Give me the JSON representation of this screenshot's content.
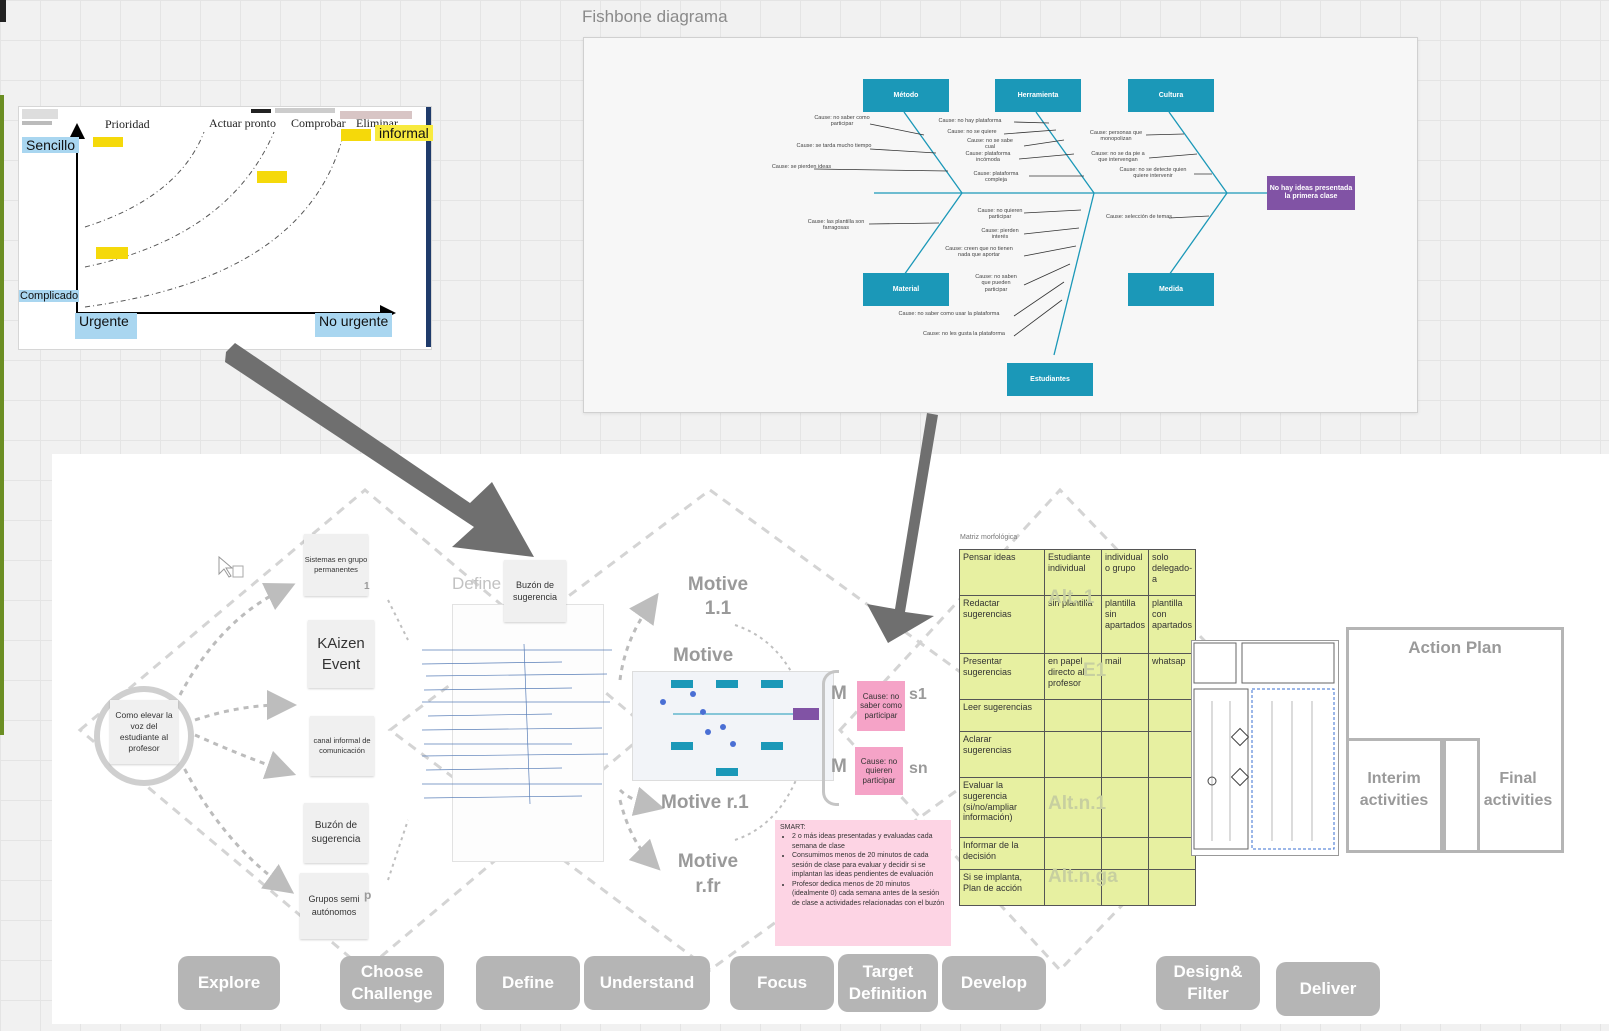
{
  "fishbone": {
    "frame_title": "Fishbone diagrama",
    "problem": "No hay ideas presentada la primera clase",
    "categories": {
      "metodo": "Método",
      "herramienta": "Herramienta",
      "cultura": "Cultura",
      "material": "Material",
      "medida": "Medida",
      "estudiantes": "Estudiantes"
    },
    "causes": [
      "Cause: no saber como participar",
      "Cause: se tarda mucho tiempo",
      "Cause: se pierden ideas",
      "Cause: no hay plataforma",
      "Cause: no se quiere",
      "Cause: no se sabe cual",
      "Cause: plataforma incómoda",
      "Cause: plataforma compleja",
      "Cause: personas que monopolizan",
      "Cause: no se da pie a que intervengan",
      "Cause: no se detecte quien quiere intervenir",
      "Cause: las plantilla son farragosas",
      "Cause: no quieren participar",
      "Cause: pierden interés",
      "Cause: creen que no tienen nada que aportar",
      "Cause: no saben que pueden participar",
      "Cause: no saber como usar la plataforma",
      "Cause: no les gusta la plataforma",
      "Cause: selección de temas"
    ]
  },
  "matrix": {
    "headers": [
      "Prioridad",
      "Actuar pronto",
      "Comprobar",
      "Eliminar"
    ],
    "labels": {
      "sencillo": "Sencillo",
      "complicado": "Complicado",
      "urgente": "Urgente",
      "no_urgente": "No urgente",
      "informal": "informal"
    }
  },
  "board": {
    "center": "Como elevar la voz del estudiante al profesor",
    "explore_stickies": [
      "Sistemas en grupo permanentes",
      "KAizen Event",
      "canal informal de comunicación",
      "Buzón de sugerencia",
      "Grupos semi autónomos"
    ],
    "define_label": "Define",
    "define_sticky": "Buzón de sugerencia",
    "motives": [
      "Motive 1.1",
      "Motive",
      "Motive r.1",
      "Motive r.fr"
    ],
    "target_cards": [
      "Cause: no saber como participar",
      "Cause: no quieren participar"
    ],
    "smart_title": "SMART:",
    "smart_items": [
      "2 o más ideas presentadas y evaluadas cada semana de clase",
      "Consumimos menos de 20 minutos de cada sesión de clase para evaluar y decidir si se implantan las ideas pendientes de evaluación",
      "Profesor dedica menos de 20 minutos (idealmente 0) cada semana antes de la sesión de clase a actividades relacionadas con el buzón"
    ],
    "morph_title": "Matriz morfológica",
    "morph_rows": [
      [
        "Pensar ideas",
        "Estudiante individual",
        "individual o grupo",
        "solo delegado-a"
      ],
      [
        "Redactar sugerencias",
        "sin plantilla",
        "plantilla sin apartados",
        "plantilla con apartados"
      ],
      [
        "Presentar sugerencias",
        "en papel directo al profesor",
        "mail",
        "whatsap"
      ],
      [
        "Leer sugerencias",
        "",
        "",
        ""
      ],
      [
        "Aclarar sugerencias",
        "",
        "",
        ""
      ],
      [
        "Evaluar la sugerencia (si/no/ampliar información)",
        "",
        "",
        ""
      ],
      [
        "Informar de la decisión",
        "",
        "",
        ""
      ],
      [
        "Si se implanta, Plan de acción",
        "",
        "",
        ""
      ]
    ],
    "alt_labels": [
      "Alt. 1",
      "Alt.n.1",
      "Alt.n.ga",
      "E1"
    ],
    "action_plan": "Action Plan",
    "interim": "Interim activities",
    "final": "Final activities",
    "phases": [
      "Explore",
      "Choose Challenge",
      "Define",
      "Understand",
      "Focus",
      "Target Definition",
      "Develop",
      "Design& Filter",
      "Deliver"
    ],
    "solution_labels": [
      "s1",
      "sn",
      "M",
      "M"
    ]
  }
}
